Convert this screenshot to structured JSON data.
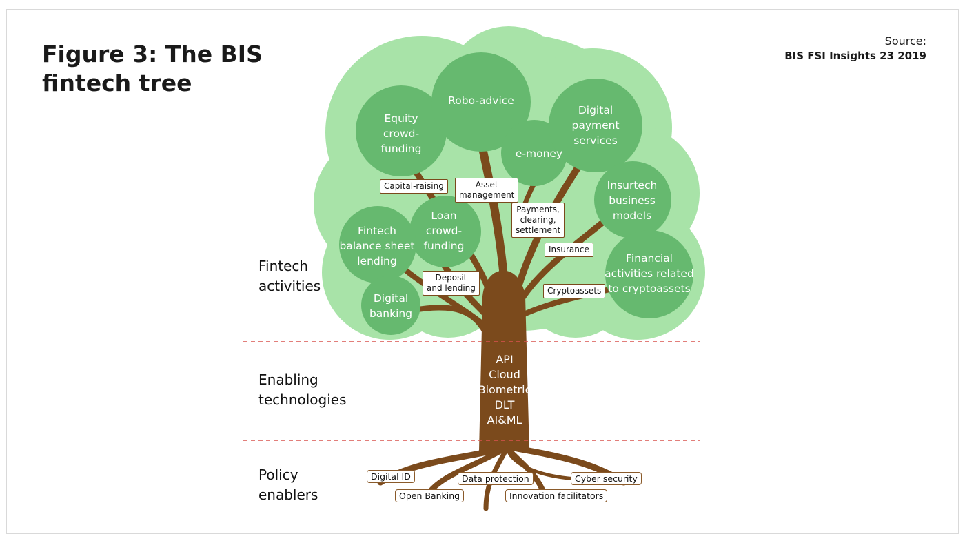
{
  "title": "Figure 3: The BIS fintech tree",
  "source": {
    "label": "Source:",
    "value": "BIS FSI Insights 23 2019"
  },
  "sections": {
    "fintech_activities": [
      "Fintech",
      "activities"
    ],
    "enabling_technologies": [
      "Enabling",
      "technologies"
    ],
    "policy_enablers": [
      "Policy",
      "enablers"
    ]
  },
  "technologies": [
    "API",
    "Cloud",
    "Biometric",
    "DLT",
    "AI&ML"
  ],
  "activities": {
    "equity": [
      "Equity",
      "crowd-",
      "funding"
    ],
    "robo": [
      "Robo-advice"
    ],
    "emoney": [
      "e-money"
    ],
    "digital_payment": [
      "Digital",
      "payment",
      "services"
    ],
    "insurtech": [
      "Insurtech",
      "business",
      "models"
    ],
    "crypto": [
      "Financial",
      "activities related",
      "to cryptoassets"
    ],
    "loan": [
      "Loan",
      "crowd-",
      "funding"
    ],
    "balance": [
      "Fintech",
      "balance sheet",
      "lending"
    ],
    "digital_banking": [
      "Digital",
      "banking"
    ]
  },
  "branches": {
    "capital_raising": "Capital-raising",
    "asset_management": [
      "Asset",
      "management"
    ],
    "payments": [
      "Payments,",
      "clearing,",
      "settlement"
    ],
    "insurance": "Insurance",
    "cryptoassets": "Cryptoassets",
    "deposit": [
      "Deposit",
      "and lending"
    ]
  },
  "policy": {
    "digital_id": "Digital ID",
    "open_banking": "Open Banking",
    "data_protection": "Data protection",
    "innovation": "Innovation facilitators",
    "cyber": "Cyber security"
  },
  "colors": {
    "canopy": "#a8e3a8",
    "leaf": "#66b96f",
    "trunk": "#7b4a1c",
    "divider": "#d9534f"
  }
}
